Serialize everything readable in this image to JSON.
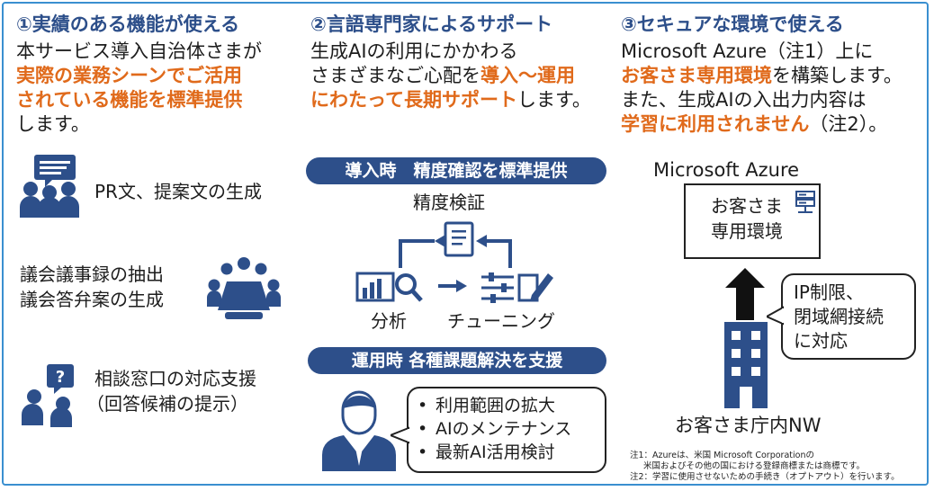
{
  "col1": {
    "heading": "①実績のある機能が使える",
    "line1": "本サービス導入自治体さまが",
    "em1": "実際の業務シーンでご活用",
    "em2": "されている機能を標準提供",
    "line4": "します。",
    "features": [
      {
        "icon": "presentation-people-icon",
        "line1": "PR文、提案文の生成",
        "line2": ""
      },
      {
        "icon": "meeting-table-icon",
        "line1": "議会議事録の抽出",
        "line2": "議会答弁案の生成"
      },
      {
        "icon": "consultation-icon",
        "line1": "相談窓口の対応支援",
        "line2": "（回答候補の提示）"
      }
    ]
  },
  "col2": {
    "heading": "②言語専門家によるサポート",
    "line1": "生成AIの利用にかかわる",
    "line2a": "さまざまなご心配を",
    "line2em": "導入～運用",
    "line3em": "にわたって長期サポート",
    "line3b": "します。",
    "pill1": "導入時　精度確認を標準提供",
    "cycle_top": "精度検証",
    "cycle_left": "分析",
    "cycle_right": "チューニング",
    "pill2": "運用時 各種課題解決を支援",
    "support_items": [
      "利用範囲の拡大",
      "AIのメンテナンス",
      "最新AI活用検討"
    ]
  },
  "col3": {
    "heading": "③セキュアな環境で使える",
    "line1": "Microsoft Azure（注1）上に",
    "line2em": "お客さま専用環境",
    "line2b": "を構築します。",
    "line3": "また、生成AIの入出力内容は",
    "line4em": "学習に利用されません",
    "line4b": "（注2）。",
    "azure_label": "Microsoft Azure",
    "env_line1": "お客さま",
    "env_line2": "専用環境",
    "ip_line1": "IP制限、",
    "ip_line2": "閉域網接続",
    "ip_line3": "に対応",
    "office_label": "お客さま庁内NW",
    "notes": [
      "注1：Azureは、米国 Microsoft Corporationの",
      "米国およびその他の国における登録商標または商標です。",
      "注2：学習に使用させないための手続き（オプトアウト）を行います。"
    ]
  },
  "colors": {
    "navy": "#2d4f8a",
    "orange": "#e06a1b",
    "frame": "#3a8fd0"
  }
}
